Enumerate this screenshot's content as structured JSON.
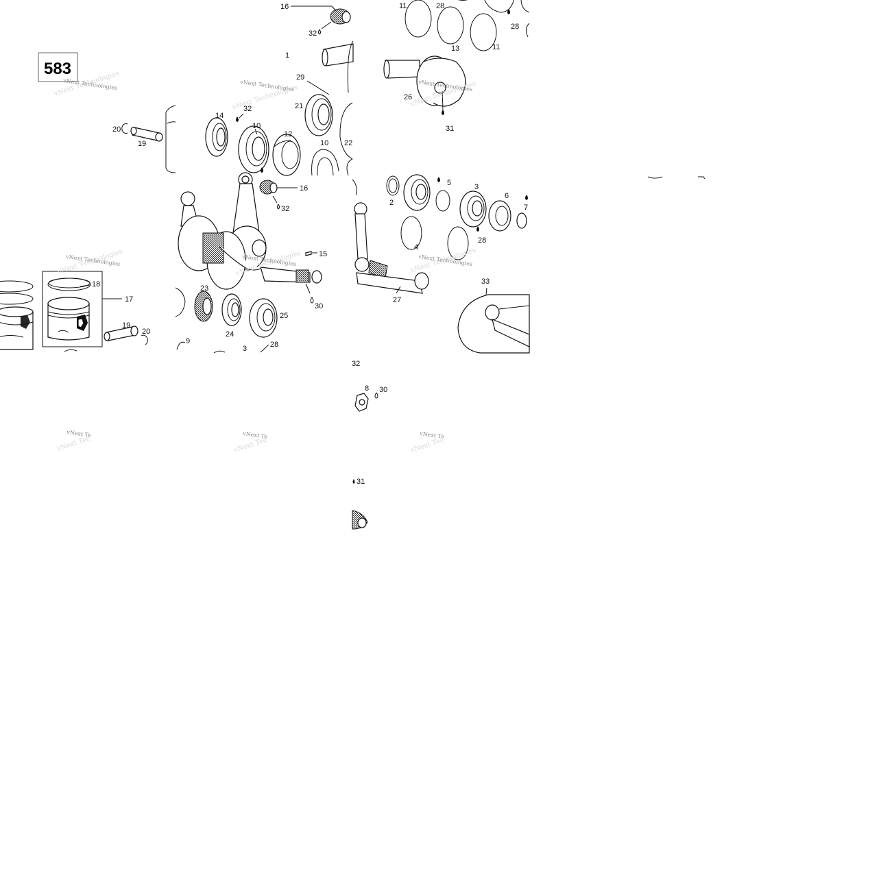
{
  "diagram": {
    "page_number": "583",
    "watermark": "vNext Technologies",
    "callouts": {
      "c16a": "16",
      "c32a": "32",
      "c1": "1",
      "c29": "29",
      "c21": "21",
      "c22": "22",
      "c14": "14",
      "c32b": "32",
      "c10a": "10",
      "c12": "12",
      "c10b": "10",
      "c16b": "16",
      "c32c": "32",
      "c15": "15",
      "c30a": "30",
      "c23": "23",
      "c24": "24",
      "c25": "25",
      "c9": "9",
      "c3a": "3",
      "c28a": "28",
      "c20a": "20",
      "c19a": "19",
      "c18": "18",
      "c17": "17",
      "c19b": "19",
      "c20b": "20",
      "c11a": "11",
      "c28b": "28",
      "c13": "13",
      "c11b": "11",
      "c28c": "28",
      "c26": "26",
      "c31a": "31",
      "c2": "2",
      "c5": "5",
      "c3b": "3",
      "c6": "6",
      "c7": "7",
      "c4": "4",
      "c28d": "28",
      "c27": "27",
      "c33": "33",
      "c32d": "32",
      "c8": "8",
      "c30b": "30",
      "c31b": "31"
    }
  }
}
